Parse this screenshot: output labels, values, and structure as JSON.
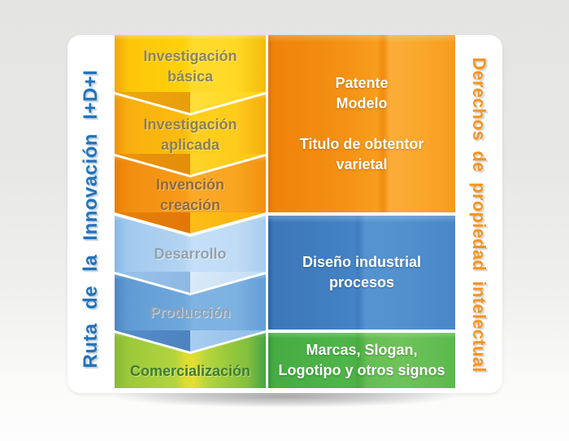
{
  "left_title": {
    "text": "Ruta de la Innovación I+D+I",
    "color": "#2173BC"
  },
  "right_title": {
    "text": "Derechos de propiedad intelectual",
    "color": "#F7941E"
  },
  "chevrons": [
    {
      "label": "Investigación\nbásica",
      "color": "#FFD10A",
      "text_color": "#8B8559"
    },
    {
      "label": "Investigación\naplicada",
      "color": "#FDBD0D",
      "text_color": "#8B8052"
    },
    {
      "label": "Invención\ncreación",
      "color": "#F79C18",
      "text_color": "#8D6A42"
    },
    {
      "label": "Desarrollo",
      "color": "#B3D4F1",
      "text_color": "#93A0AC"
    },
    {
      "label": "Producción",
      "color": "#6FA8DB",
      "text_color": "#93A0AC"
    },
    {
      "label": "Comercialización",
      "color": "#A2CC3B",
      "text_color": "#3E7C31"
    }
  ],
  "panels": [
    {
      "lines": [
        "Patente\nModelo",
        "Titulo de obtentor\nvarietal"
      ],
      "color": "#F5941A",
      "text_color": "#FFFFFF"
    },
    {
      "lines": [
        "Diseño industrial\nprocesos"
      ],
      "color": "#4281C3",
      "text_color": "#FFFFFF"
    },
    {
      "lines": [
        "Marcas, Slogan,\nLogotipo y otros signos"
      ],
      "color": "#4EB548",
      "text_color": "#FFFFFF"
    }
  ]
}
